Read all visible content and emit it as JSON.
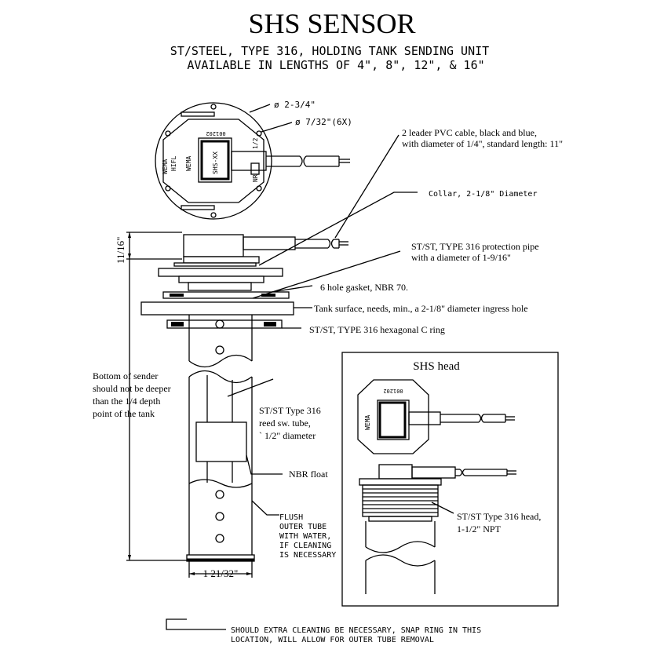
{
  "title": "SHS  SENSOR",
  "subtitle_line1": "ST/STEEL, TYPE 316, HOLDING TANK SENDING UNIT",
  "subtitle_line2": "AVAILABLE IN LENGTHS OF 4\", 8\", 12\", & 16\"",
  "top_view": {
    "dia_outer": "ø 2-3/4\"",
    "dia_holes": "ø 7/32\"(6X)",
    "label_code": "001202",
    "label_model": "SHS-XX",
    "label_brand1": "WEMA",
    "label_brand2": "HIFL",
    "label_brand3": "WEMA",
    "label_half": "1/2",
    "label_nr": "NR"
  },
  "callouts": {
    "cable_line1": "2 leader PVC cable, black and blue,",
    "cable_line2": "with diameter of 1/4\",  standard length: 11\"",
    "collar": "Collar, 2-1/8\" Diameter",
    "pipe_line1": "ST/ST, TYPE 316 protection pipe",
    "pipe_line2": "with a diameter of  1-9/16\"",
    "gasket": "6  hole gasket, NBR 70.",
    "tank_surface": "Tank surface, needs, min., a 2-1/8\"  diameter ingress hole",
    "c_ring": "ST/ST, TYPE 316 hexagonal C ring",
    "bottom_line1": "Bottom of sender",
    "bottom_line2": "should not be deeper",
    "bottom_line3": "than the 1/4 depth",
    "bottom_line4": "point of the tank",
    "reed_line1": "ST/ST Type 316",
    "reed_line2": "reed sw. tube,",
    "reed_line3": "` 1/2\" diameter",
    "float": "NBR float",
    "flush_line1": "FLUSH",
    "flush_line2": "OUTER TUBE",
    "flush_line3": "WITH WATER,",
    "flush_line4": "IF CLEANING",
    "flush_line5": "IS NECESSARY",
    "dim_top": "11/16\"",
    "dim_width": "1 21/32\"",
    "bottom_note1": "SHOULD EXTRA CLEANING BE NECESSARY, SNAP RING IN THIS",
    "bottom_note2": "LOCATION,  WILL ALLOW FOR OUTER TUBE REMOVAL"
  },
  "head_box": {
    "title": "SHS head",
    "code": "001202",
    "brand": "WEMA",
    "head_line1": "ST/ST Type 316 head,",
    "head_line2": "1-1/2\" NPT"
  }
}
